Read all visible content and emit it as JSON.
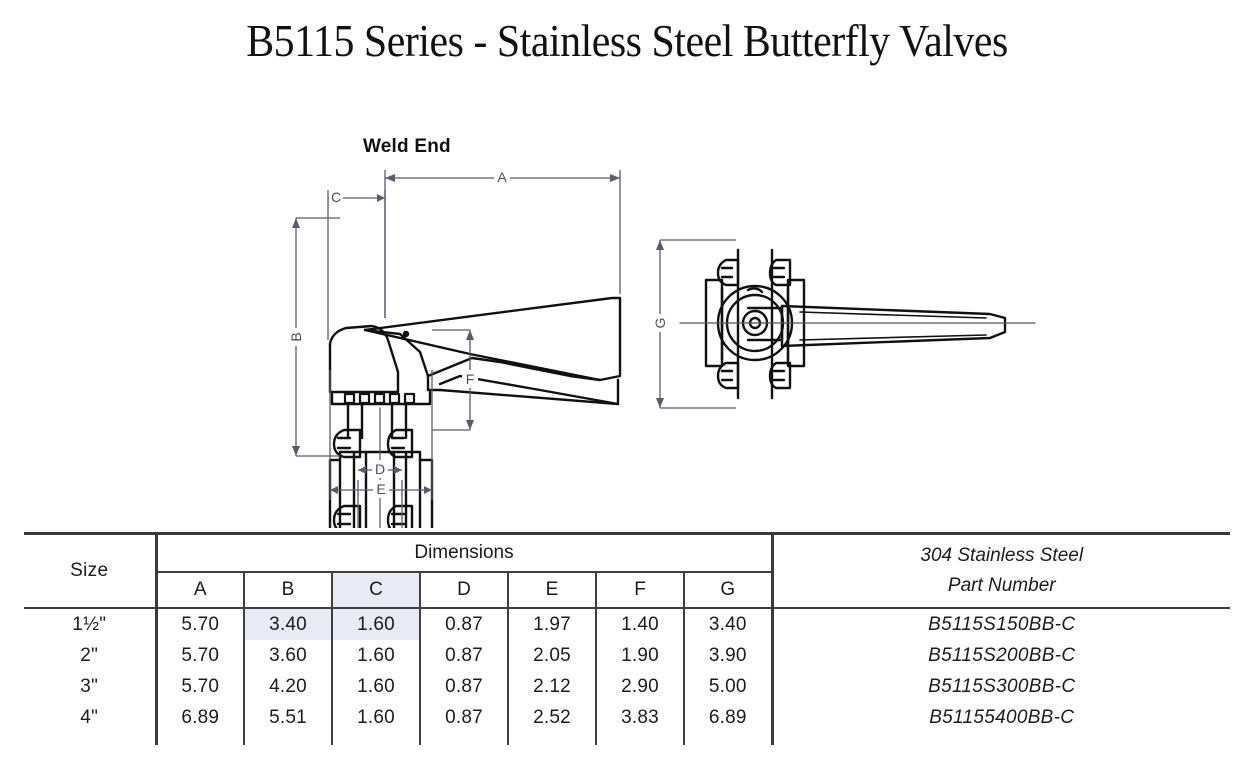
{
  "title": "B5115 Series - Stainless Steel Butterfly Valves",
  "drawings": {
    "side_view_label": "Weld End",
    "dimension_labels": {
      "a": "A",
      "b": "B",
      "c": "C",
      "d": "D",
      "e": "E",
      "f": "F",
      "g": "G"
    }
  },
  "table": {
    "size_header": "Size",
    "dimensions_header": "Dimensions",
    "dimension_columns": [
      "A",
      "B",
      "C",
      "D",
      "E",
      "F",
      "G"
    ],
    "part_number_header_line1": "304 Stainless Steel",
    "part_number_header_line2": "Part Number",
    "highlight_color": "#e8ebf6",
    "rows": [
      {
        "size": "1½\"",
        "a": "5.70",
        "b": "3.40",
        "c": "1.60",
        "d": "0.87",
        "e": "1.97",
        "f": "1.40",
        "g": "3.40",
        "part_number": "B5115S150BB-C"
      },
      {
        "size": "2\"",
        "a": "5.70",
        "b": "3.60",
        "c": "1.60",
        "d": "0.87",
        "e": "2.05",
        "f": "1.90",
        "g": "3.90",
        "part_number": "B5115S200BB-C"
      },
      {
        "size": "3\"",
        "a": "5.70",
        "b": "4.20",
        "c": "1.60",
        "d": "0.87",
        "e": "2.12",
        "f": "2.90",
        "g": "5.00",
        "part_number": "B5115S300BB-C"
      },
      {
        "size": "4\"",
        "a": "6.89",
        "b": "5.51",
        "c": "1.60",
        "d": "0.87",
        "e": "2.52",
        "f": "3.83",
        "g": "6.89",
        "part_number": "B51155400BB-C"
      }
    ]
  }
}
